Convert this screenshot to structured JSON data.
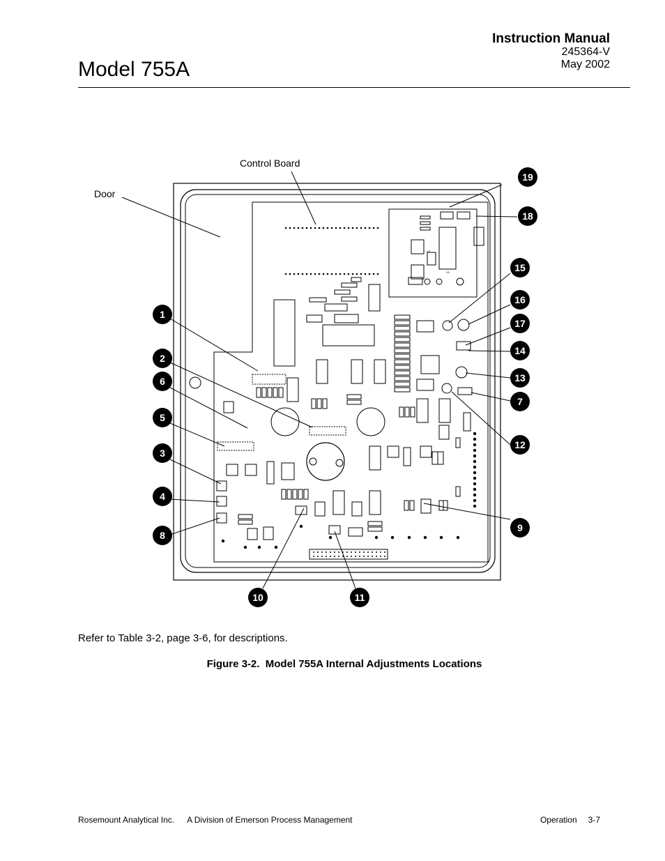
{
  "header": {
    "model_title": "Model 755A",
    "manual_title": "Instruction Manual",
    "doc_number": "245364-V",
    "doc_date": "May 2002"
  },
  "figure": {
    "door_label": "Door",
    "control_board_label": "Control Board",
    "callouts": [
      "1",
      "2",
      "3",
      "4",
      "5",
      "6",
      "7",
      "8",
      "9",
      "10",
      "11",
      "12",
      "13",
      "14",
      "15",
      "16",
      "17",
      "18",
      "19"
    ],
    "refer_text": "Refer to Table 3-2, page 3-6, for descriptions.",
    "caption": "Figure 3-2.  Model 755A Internal Adjustments Locations"
  },
  "footer": {
    "company": "Rosemount Analytical Inc.",
    "division": "A Division of Emerson Process Management",
    "section": "Operation",
    "page": "3-7"
  }
}
